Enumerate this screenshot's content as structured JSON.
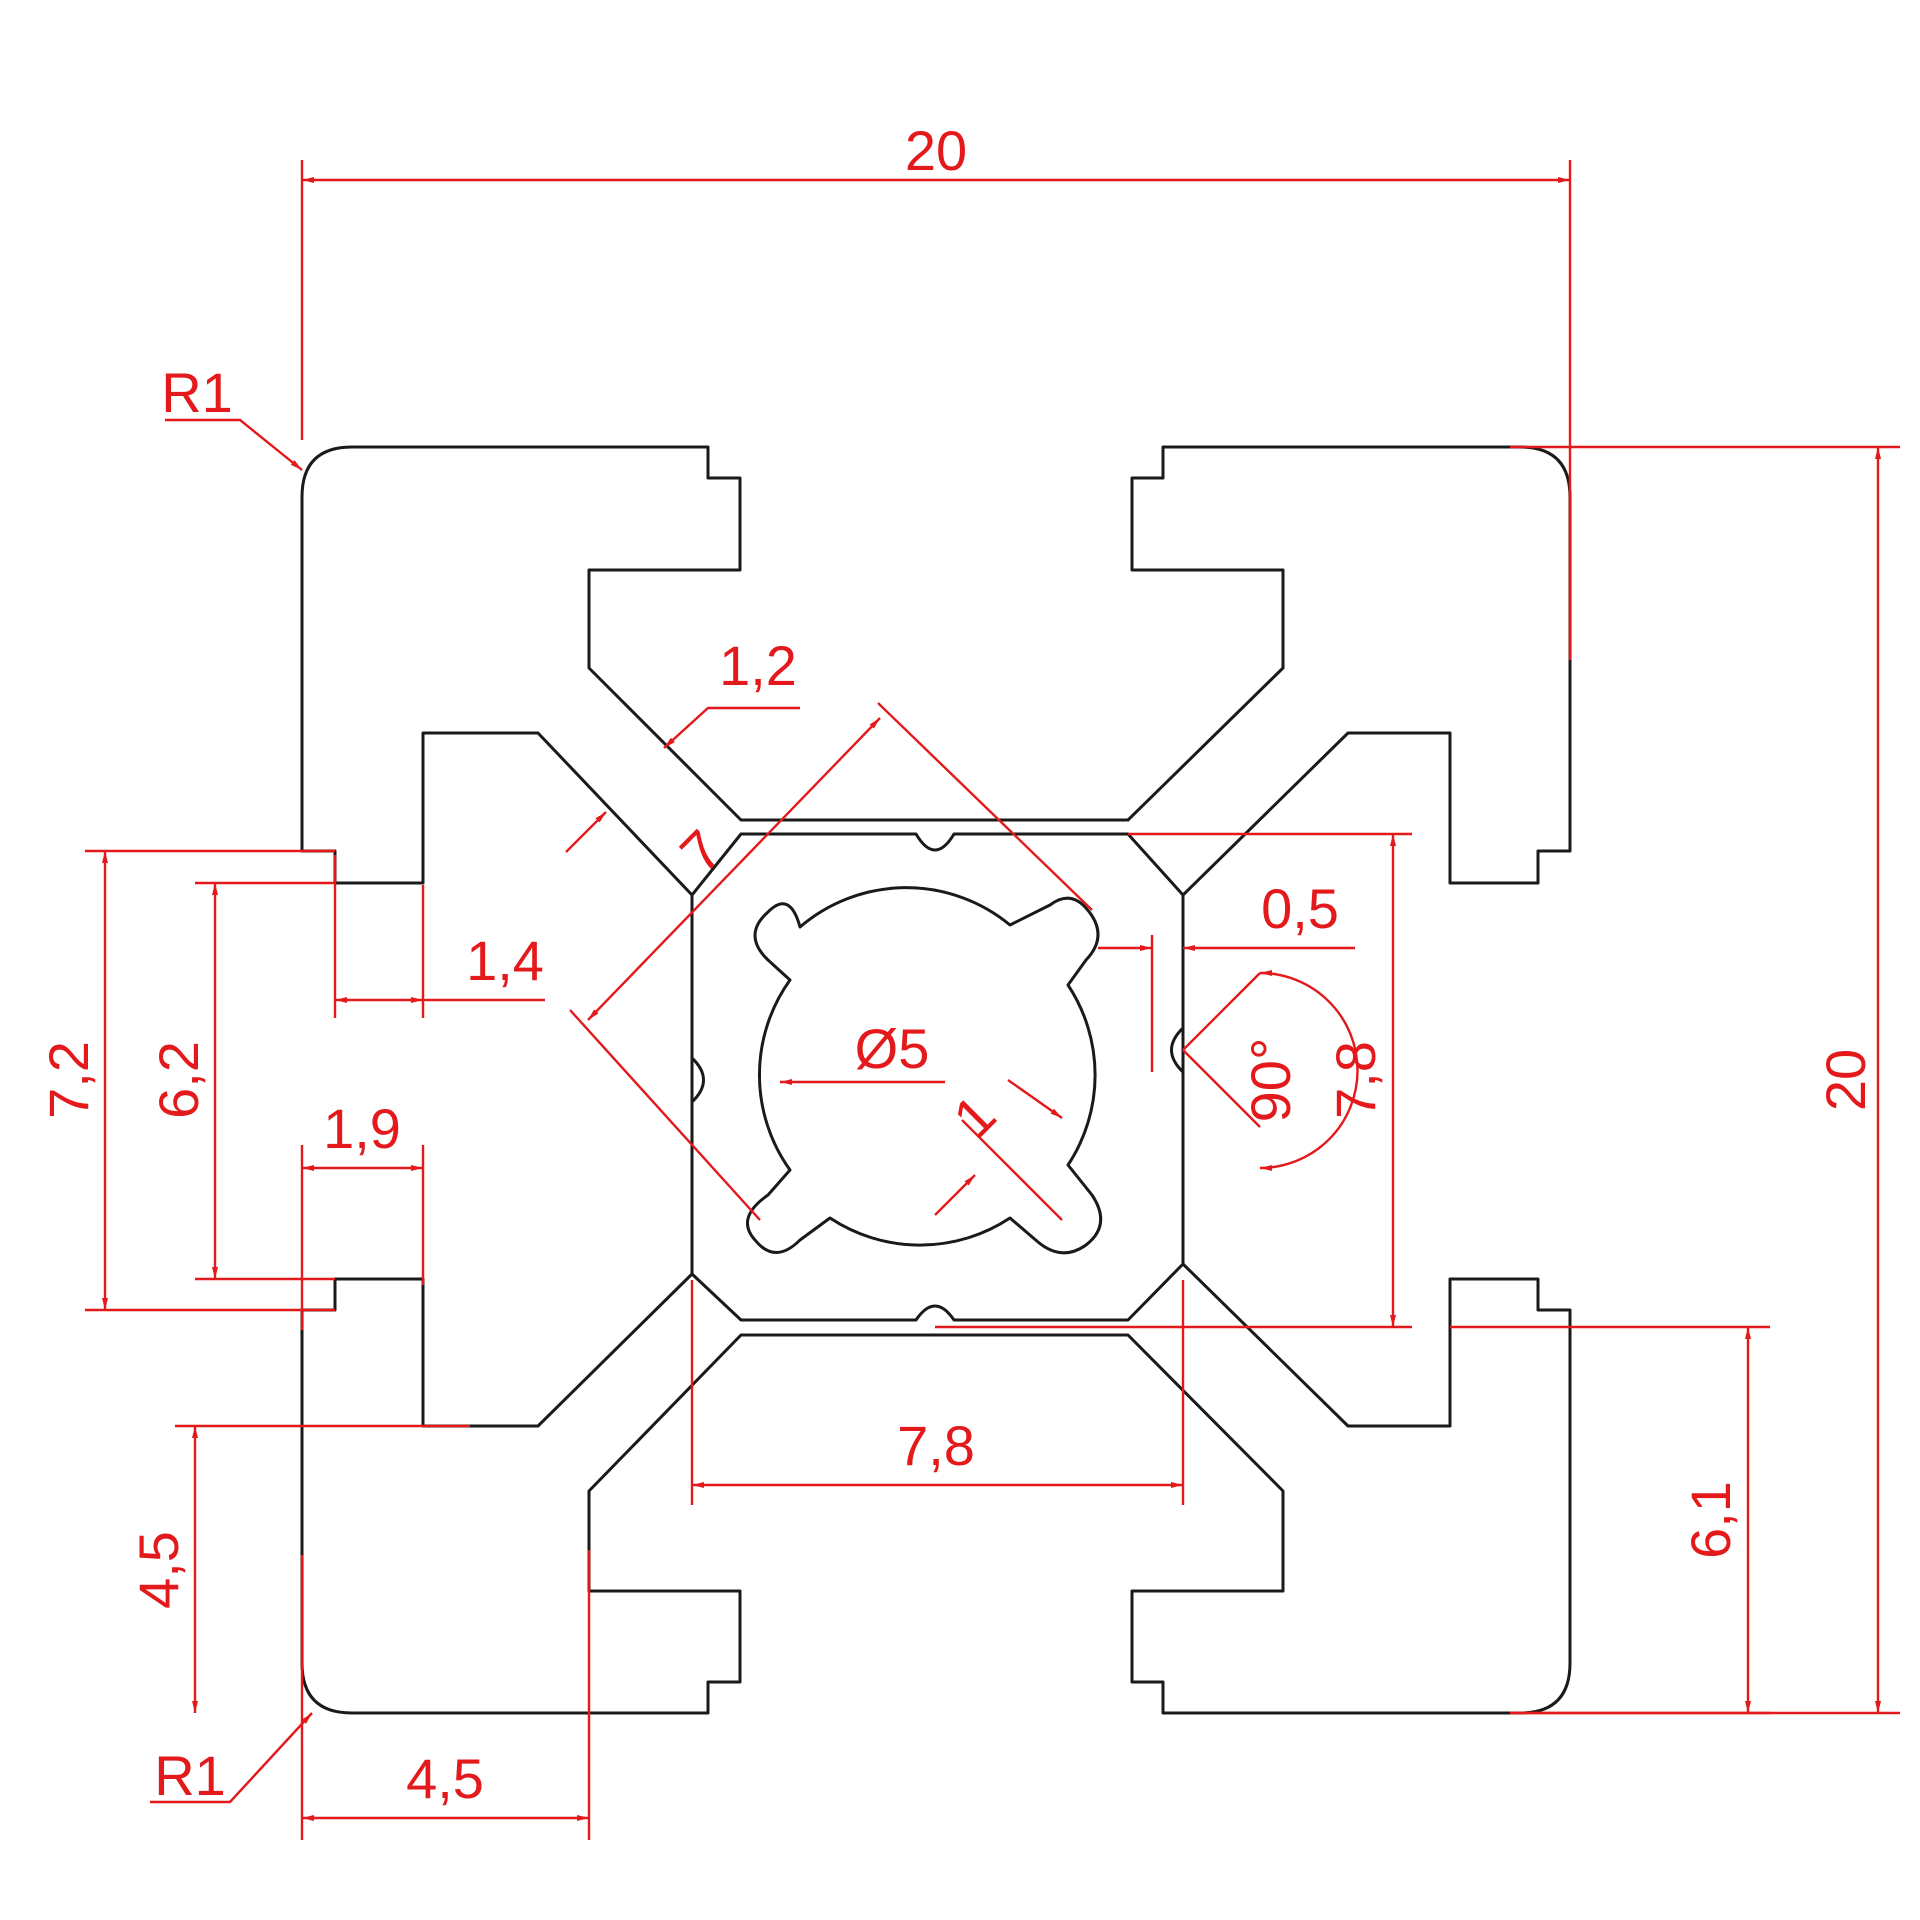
{
  "colors": {
    "profile_outline": "#1a1a1a",
    "dimension": "#e3191b",
    "background": "#ffffff"
  },
  "dimensions": {
    "overall_width": "20",
    "overall_height": "20",
    "corner_radius_top": "R1",
    "corner_radius_bottom": "R1",
    "rib_thickness": "1,2",
    "diagonal_width": "7",
    "slot_depth": "1,4",
    "wall_thickness": "1,9",
    "slot_outer_height": "7,2",
    "slot_inner_height": "6,2",
    "core_height": "7,8",
    "core_width": "7,8",
    "groove_gap": "0,5",
    "groove_angle": "90°",
    "center_bore": "Ø5",
    "key_width": "1",
    "flange_width": "4,5",
    "flange_height": "4,5",
    "slot_offset": "6,1"
  }
}
